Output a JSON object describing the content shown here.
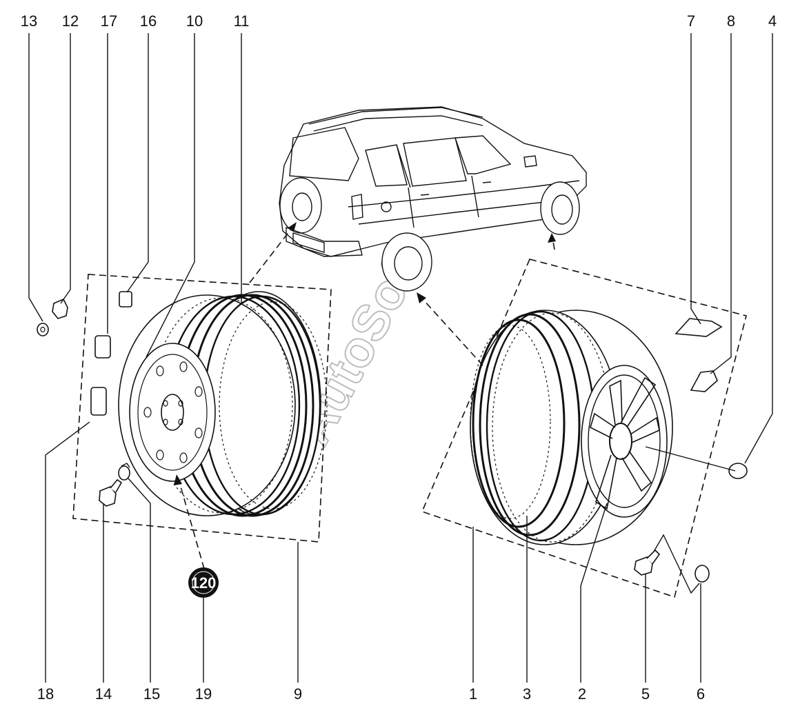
{
  "watermark": "AutoSoft",
  "callouts": [
    {
      "id": "c13",
      "label": "13",
      "name": "callout-13"
    },
    {
      "id": "c12",
      "label": "12",
      "name": "callout-12"
    },
    {
      "id": "c17",
      "label": "17",
      "name": "callout-17"
    },
    {
      "id": "c16",
      "label": "16",
      "name": "callout-16"
    },
    {
      "id": "c10",
      "label": "10",
      "name": "callout-10"
    },
    {
      "id": "c11",
      "label": "11",
      "name": "callout-11"
    },
    {
      "id": "c7",
      "label": "7",
      "name": "callout-7"
    },
    {
      "id": "c8",
      "label": "8",
      "name": "callout-8"
    },
    {
      "id": "c4",
      "label": "4",
      "name": "callout-4"
    },
    {
      "id": "c18",
      "label": "18",
      "name": "callout-18"
    },
    {
      "id": "c14",
      "label": "14",
      "name": "callout-14"
    },
    {
      "id": "c15",
      "label": "15",
      "name": "callout-15"
    },
    {
      "id": "c19",
      "label": "19",
      "name": "callout-19"
    },
    {
      "id": "c9",
      "label": "9",
      "name": "callout-9"
    },
    {
      "id": "c1",
      "label": "1",
      "name": "callout-1"
    },
    {
      "id": "c3",
      "label": "3",
      "name": "callout-3"
    },
    {
      "id": "c2",
      "label": "2",
      "name": "callout-2"
    },
    {
      "id": "c5",
      "label": "5",
      "name": "callout-5"
    },
    {
      "id": "c6",
      "label": "6",
      "name": "callout-6"
    }
  ],
  "speed_badge": "120"
}
